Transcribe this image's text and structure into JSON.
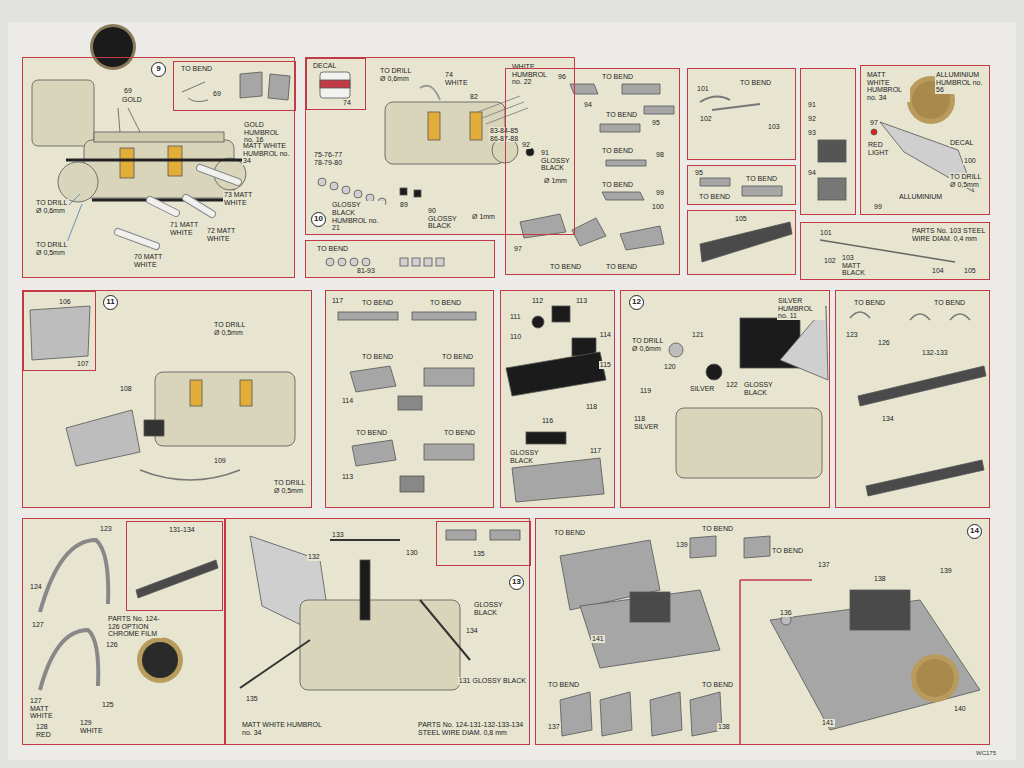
{
  "diagram": {
    "nodes": [
      {
        "text": [
          "69",
          "GOLD",
          "TO DRILL Ø 0,6mm",
          "TO DRILL Ø 0,5mm",
          "GOLD HUMBROL no. 16",
          "MATT WHITE HUMBROL no. 34",
          "73 MATT WHITE",
          "71 MATT WHITE",
          "72 MATT WHITE",
          "70 MATT WHITE"
        ]
      },
      {
        "text": [
          "9"
        ],
        "in": 0
      },
      {
        "text": [
          "TO BEND",
          "69"
        ],
        "in": 0
      },
      {
        "text": [
          "TO DRILL Ø 0,6mm",
          "74 WHITE",
          "WHITE HUMBROL no. 22",
          "82",
          "83-84-85 86-87-88",
          "92",
          "91 GLOSSY BLACK",
          "Ø 1mm",
          "75-76-77 78-79-80",
          "81",
          "89",
          "90 GLOSSY BLACK",
          "Ø 1mm",
          "GLOSSY BLACK HUMBROL no. 21"
        ]
      },
      {
        "text": [
          "DECAL",
          "74"
        ],
        "in": 3
      },
      {
        "text": [
          "10"
        ],
        "in": 3
      },
      {
        "text": [
          "TO BEND",
          "81-93"
        ]
      },
      {
        "text": [
          "96",
          "TO BEND",
          "94",
          "TO BEND",
          "95",
          "TO BEND",
          "98",
          "TO BEND",
          "99",
          "100",
          "97",
          "TO BEND",
          "TO BEND"
        ]
      },
      {
        "text": [
          "101",
          "TO BEND",
          "102",
          "103"
        ]
      },
      {
        "text": [
          "95",
          "TO BEND",
          "TO BEND"
        ]
      },
      {
        "text": [
          "105"
        ]
      },
      {
        "text": [
          "91",
          "92",
          "93",
          "94"
        ]
      },
      {
        "text": [
          "MATT WHITE HUMBROL no. 34",
          "ALLUMINIUM HUMBROL no. 56",
          "97",
          "RED LIGHT",
          "DECAL",
          "100",
          "TO DRILL Ø 0,5mm",
          "ALLUMINIUM",
          "99"
        ]
      },
      {
        "text": [
          "PARTS No. 103 STEEL WIRE DIAM. 0,4 mm",
          "101",
          "102",
          "103 MATT BLACK",
          "104",
          "105"
        ]
      },
      {
        "text": [
          "TO DRILL Ø 0,5mm",
          "108",
          "109",
          "TO DRILL Ø 0,5mm"
        ]
      },
      {
        "text": [
          "106",
          "107"
        ],
        "in": 14
      },
      {
        "text": [
          "11"
        ],
        "in": 14
      },
      {
        "text": [
          "117",
          "TO BEND",
          "TO BEND",
          "TO BEND",
          "TO BEND",
          "114",
          "TO BEND",
          "TO BEND",
          "113"
        ]
      },
      {
        "text": [
          "112",
          "113",
          "111",
          "110",
          "114",
          "115",
          "118",
          "116",
          "GLOSSY BLACK",
          "117"
        ]
      },
      {
        "text": [
          "SILVER HUMBROL no. 11",
          "121",
          "TO DRILL Ø 0,6mm",
          "120",
          "SILVER",
          "122",
          "GLOSSY BLACK",
          "119",
          "118 SILVER"
        ]
      },
      {
        "text": [
          "12"
        ],
        "in": 19
      },
      {
        "text": [
          "TO BEND",
          "TO BEND",
          "123",
          "126",
          "132-133",
          "134"
        ]
      },
      {
        "text": [
          "123",
          "124",
          "PARTS No. 124-126 OPTION CHROME FILM",
          "127",
          "126",
          "127 MATT WHITE",
          "125",
          "128 RED",
          "129 WHITE"
        ]
      },
      {
        "text": [
          "131-134"
        ],
        "in": 22
      },
      {
        "text": [
          "133",
          "132",
          "130",
          "GLOSSY BLACK",
          "134",
          "131 GLOSSY BLACK",
          "135",
          "MATT WHITE HUMBROL no. 34",
          "PARTS No. 124-131-132-133-134 STEEL WIRE DIAM. 0,8 mm"
        ]
      },
      {
        "text": [
          "135"
        ],
        "in": 24
      },
      {
        "text": [
          "13"
        ],
        "in": 24
      },
      {
        "text": [
          "TO BEND",
          "139",
          "TO BEND",
          "TO BEND",
          "141",
          "TO BEND",
          "137",
          "TO BEND",
          "138",
          "137",
          "138",
          "136",
          "140",
          "141",
          "139"
        ]
      },
      {
        "text": [
          "14"
        ],
        "in": 27
      }
    ],
    "labels": [
      "WC175"
    ]
  }
}
